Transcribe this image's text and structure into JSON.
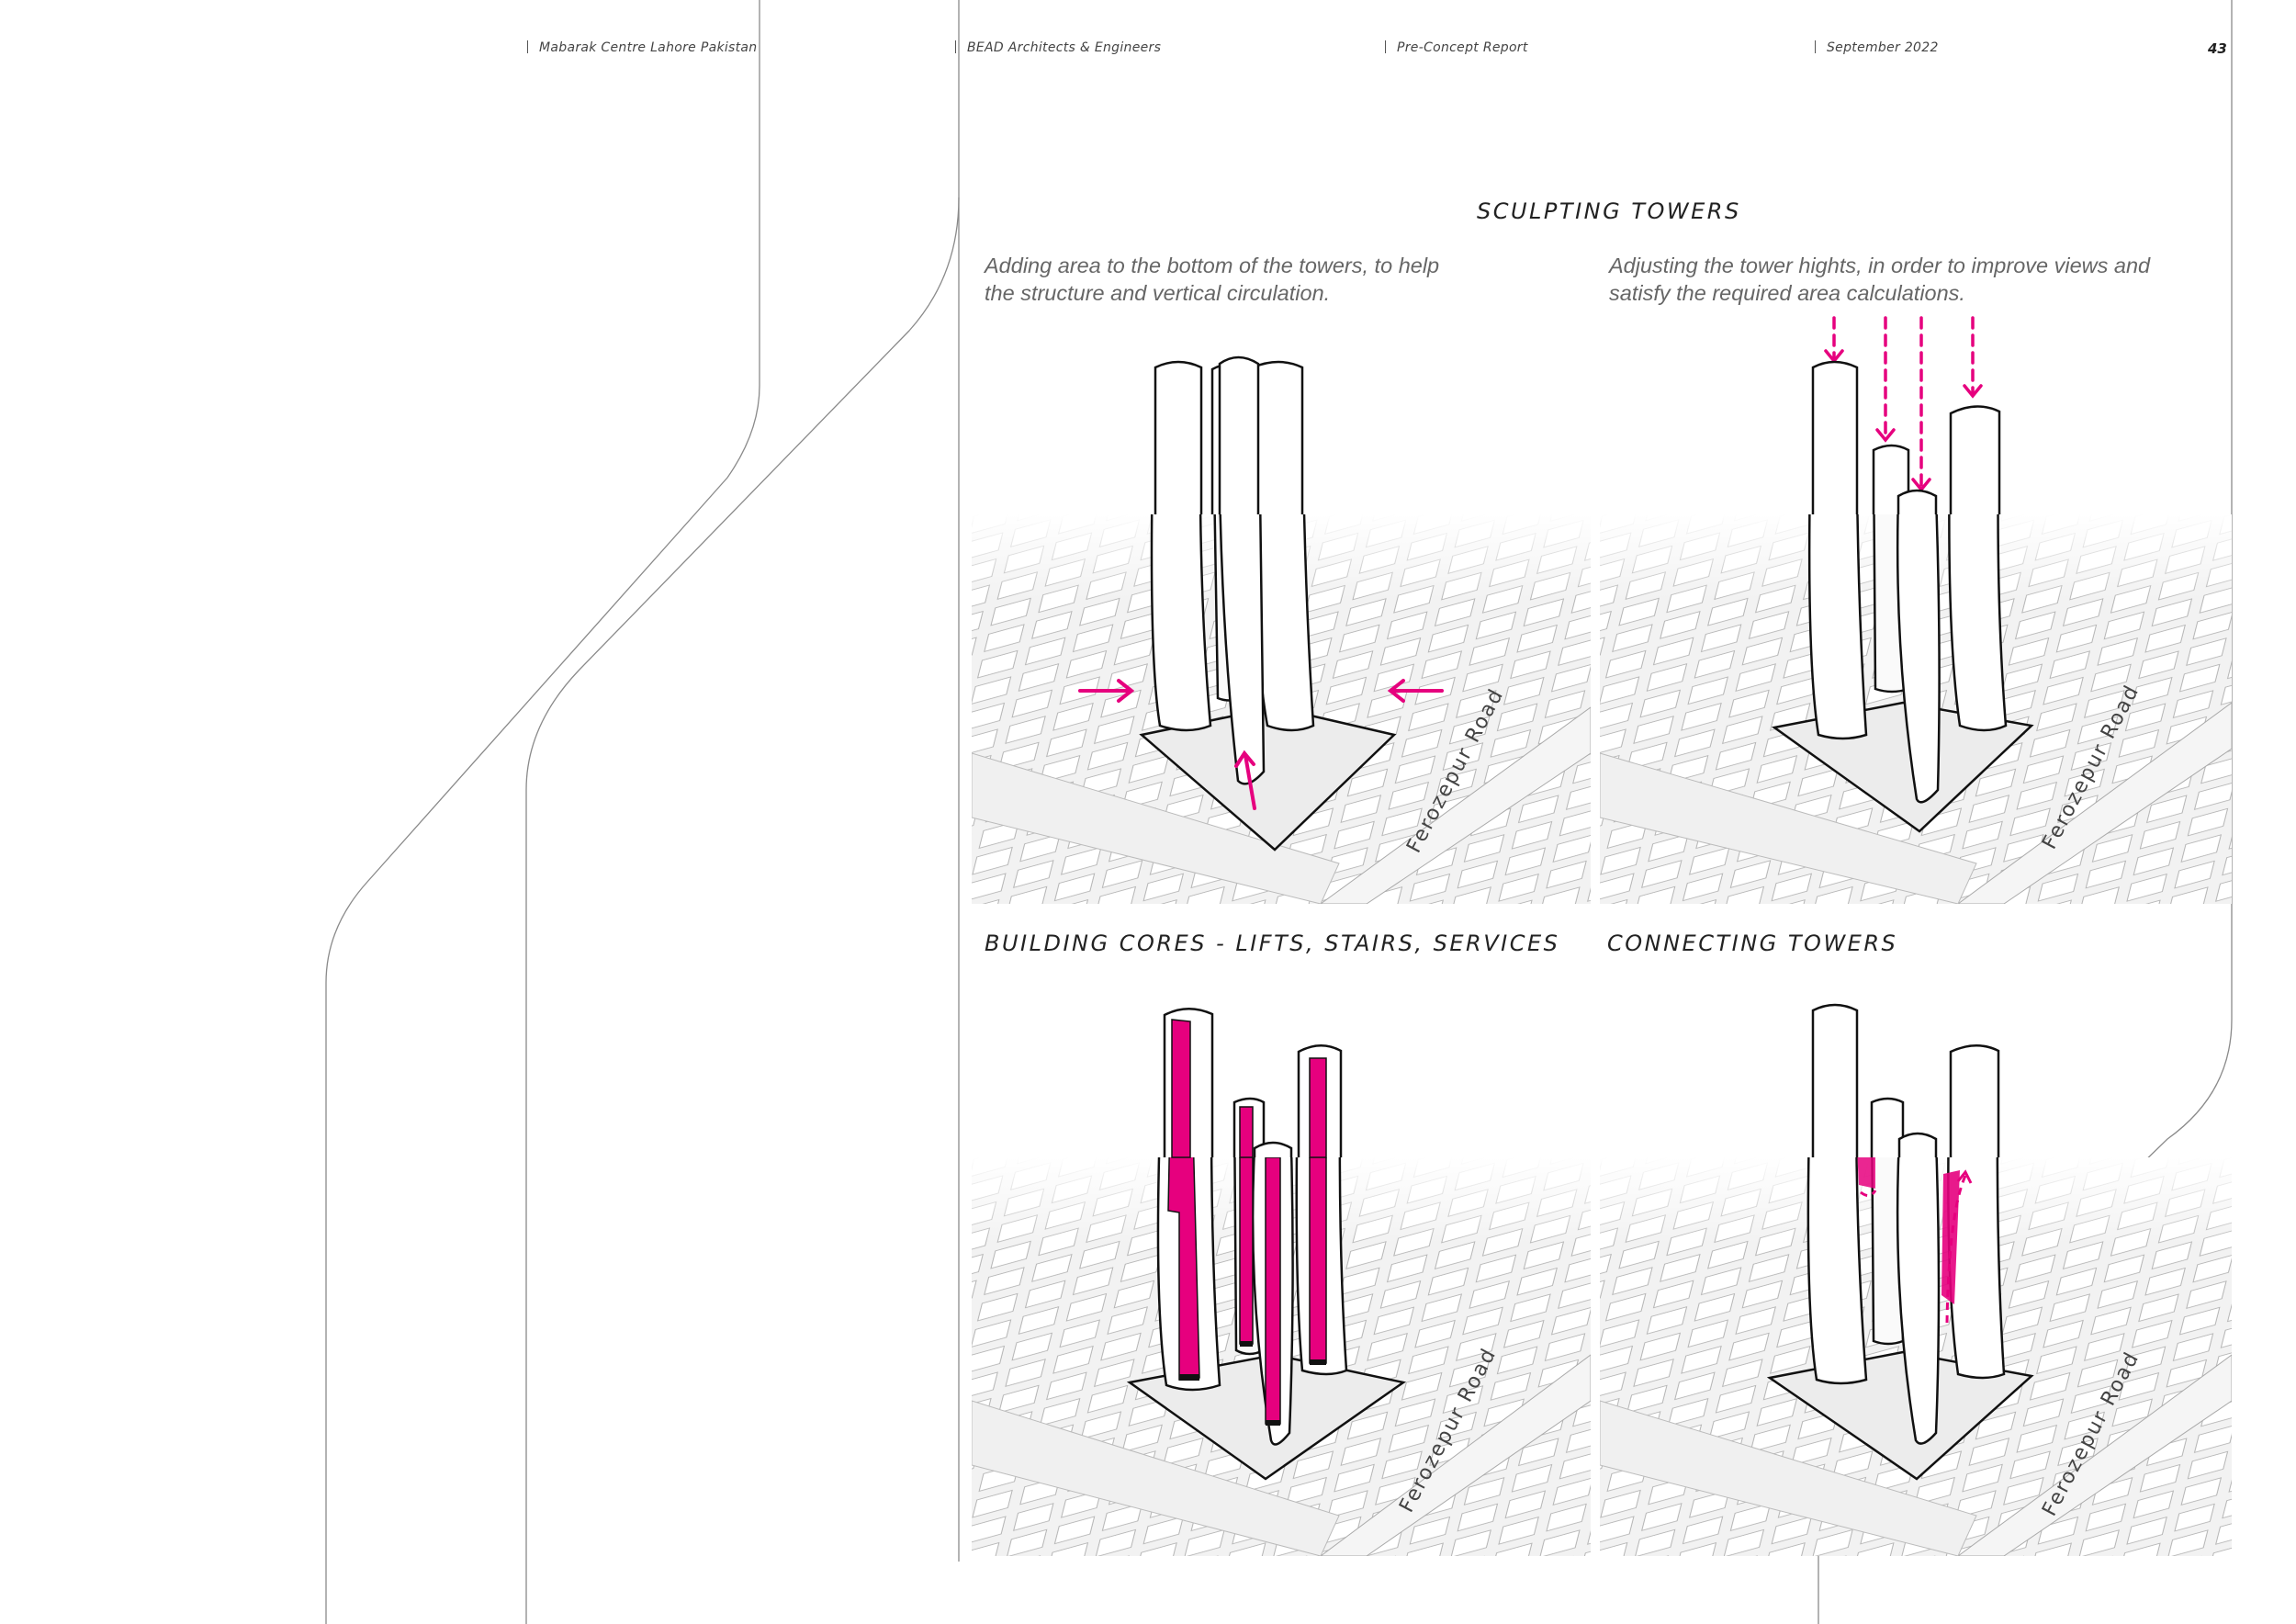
{
  "header": {
    "project": "Mabarak Centre Lahore Pakistan",
    "firm": "BEAD Architects & Engineers",
    "report": "Pre-Concept Report",
    "date": "September 2022",
    "page_number": "43"
  },
  "section_title": "SCULPTING TOWERS",
  "panels": {
    "top_left": {
      "caption_line1": "Adding area to the bottom of the towers, to help",
      "caption_line2": "the structure and vertical circulation.",
      "road_label": "Ferozepur Road"
    },
    "top_right": {
      "caption_line1": "Adjusting the tower hights, in order to improve views and",
      "caption_line2": "satisfy the required area calculations.",
      "road_label": "Ferozepur Road"
    },
    "bottom_left": {
      "title": "BUILDING CORES - LIFTS, STAIRS, SERVICES",
      "road_label": "Ferozepur Road"
    },
    "bottom_right": {
      "title": "CONNECTING TOWERS",
      "road_label": "Ferozepur Road"
    }
  },
  "colors": {
    "accent": "#e6007e",
    "line": "#9a9a9a",
    "ground": "#f2f2f2"
  }
}
